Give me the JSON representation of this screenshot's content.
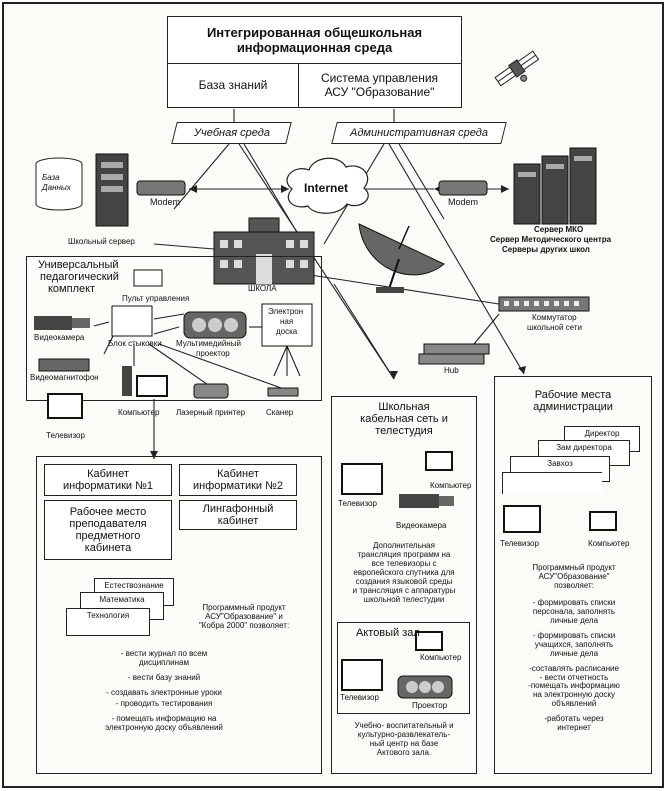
{
  "header": {
    "title_line1": "Интегрированная общешкольная",
    "title_line2": "информационная среда",
    "left_cell": "База знаний",
    "right_cell_line1": "Система управления",
    "right_cell_line2": "АСУ \"Образование\""
  },
  "environments": {
    "learning": "Учебная среда",
    "admin": "Административная среда"
  },
  "network": {
    "internet": "Internet",
    "modem_left": "Modem",
    "modem_right": "Modem",
    "database_line1": "База",
    "database_line2": "Данных",
    "school_server": "Школьный сервер",
    "school": "ШКОЛА",
    "servers_line1": "Сервер МКО",
    "servers_line2": "Сервер Методического центра",
    "servers_line3": "Серверы других школ",
    "switch_line1": "Коммутатор",
    "switch_line2": "школьной сети",
    "hub": "Hub"
  },
  "upk": {
    "title_line1": "Универсальный",
    "title_line2": "педагогический",
    "title_line3": "комплект",
    "control_panel": "Пульт управления",
    "camera": "Видеокамера",
    "junction": "Блок стыковки",
    "projector_line1": "Мультимедийный",
    "projector_line2": "проектор",
    "board_line1": "Электрон",
    "board_line2": "ная",
    "board_line3": "доска",
    "vcr": "Видеомагнитофон",
    "computer": "Компьютер",
    "printer": "Лазерный принтер",
    "scanner": "Сканер",
    "tv": "Телевизор"
  },
  "classrooms": {
    "cab1_line1": "Кабинет",
    "cab1_line2": "информатики №1",
    "cab2_line1": "Кабинет",
    "cab2_line2": "информатики №2",
    "teacher_line1": "Рабочее место",
    "teacher_line2": "преподавателя",
    "teacher_line3": "предметного",
    "teacher_line4": "кабинета",
    "lingua_line1": "Лингафонный",
    "lingua_line2": "кабинет",
    "subjects": [
      "Естествознание",
      "Математика",
      "Технология"
    ],
    "product_line1": "Программный продукт",
    "product_line2": "АСУ\"Образование\" и",
    "product_line3": "\"Кобра 2000\" позволяет:",
    "features": [
      [
        "- вести журнал по всем",
        "дисциплинам"
      ],
      [
        "- вести базу знаний"
      ],
      [
        "- создавать электронные уроки"
      ],
      [
        "- проводить тестирования"
      ],
      [
        "- помещать информацию на",
        "электронную доску объявлений"
      ]
    ]
  },
  "cable": {
    "title_line1": "Школьная",
    "title_line2": "кабельная сеть и",
    "title_line3": "телестудия",
    "tv": "Телевизор",
    "computer": "Компьютер",
    "camera": "Видеокамера",
    "desc": [
      "Дополнительная",
      "трансляция программ на",
      "все телевизоры с",
      "европейского спутника  для",
      "создания языковой среды",
      "и трансляция с аппаратуры",
      "школьной телестудии"
    ],
    "hall_title": "Актовый зал",
    "hall_tv": "Телевизор",
    "hall_computer": "Компьютер",
    "hall_projector": "Проектор",
    "hall_desc": [
      "Учебно- воспитательный и",
      "культурно-развлекатель-",
      "ный центр на базе",
      "Актового зала."
    ]
  },
  "admin": {
    "title_line1": "Рабочие места",
    "title_line2": "администрации",
    "roles": [
      "Директор",
      "Зам директора",
      "Завхоз"
    ],
    "tv": "Телевизор",
    "computer": "Компьютер",
    "product_line1": "Программный продукт",
    "product_line2": "АСУ\"Образование\"",
    "product_line3": "позволяет:",
    "features": [
      [
        "- формировать списки",
        "персонала, заполнять",
        "личные дела"
      ],
      [
        "- формировать списки",
        "учащихся, заполнять",
        "личные дела"
      ],
      [
        "-составлять расписание",
        "- вести отчетность",
        "-помещать информацию",
        "на электронную доску",
        "объявлений"
      ],
      [
        "-работать через",
        "интернет"
      ]
    ]
  }
}
